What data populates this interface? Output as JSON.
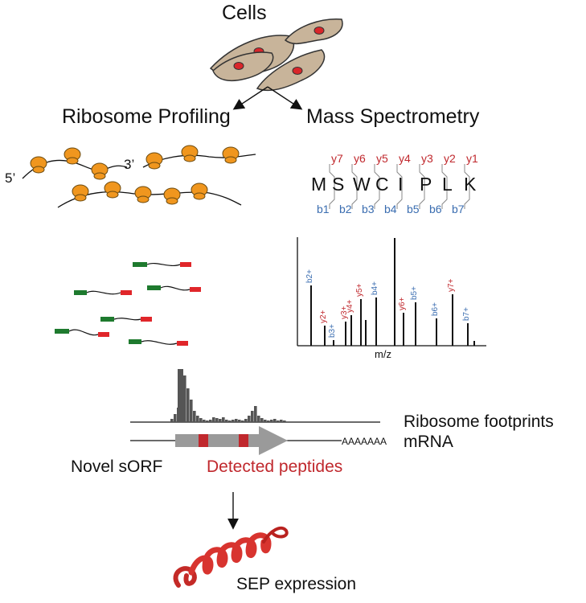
{
  "labels": {
    "cells": "Cells",
    "ribosome_profiling": "Ribosome Profiling",
    "mass_spectrometry": "Mass Spectrometry",
    "five_prime": "5’",
    "three_prime": "3’",
    "mz": "m/z",
    "ribosome_footprints": "Ribosome footprints",
    "mrna": "mRNA",
    "poly_a": "AAAAAAA",
    "novel_sorf": "Novel sORF",
    "detected_peptides": "Detected peptides",
    "sep_expression": "SEP expression"
  },
  "peptide": {
    "sequence": [
      "M",
      "S",
      "W",
      "C",
      "I",
      "P",
      "L",
      "K"
    ],
    "y_ions": [
      "y7",
      "y6",
      "y5",
      "y4",
      "y3",
      "y2",
      "y1"
    ],
    "b_ions": [
      "b1",
      "b2",
      "b3",
      "b4",
      "b5",
      "b6",
      "b7"
    ]
  },
  "spectrum_peaks": [
    {
      "label": "b2+",
      "ion": "b"
    },
    {
      "label": "y2+",
      "ion": "y"
    },
    {
      "label": "b3+",
      "ion": "b"
    },
    {
      "label": "y3+",
      "ion": "y"
    },
    {
      "label": "y4+",
      "ion": "y"
    },
    {
      "label": "y5+",
      "ion": "y"
    },
    {
      "label": "b4+",
      "ion": "b"
    },
    {
      "label": "y6+",
      "ion": "y"
    },
    {
      "label": "b5+",
      "ion": "b"
    },
    {
      "label": "b6+",
      "ion": "b"
    },
    {
      "label": "y7+",
      "ion": "y"
    },
    {
      "label": "b7+",
      "ion": "b"
    }
  ],
  "colors": {
    "cell_fill": "#c8b49a",
    "nucleus": "#d9262a",
    "ribosome": "#f0961e",
    "y_ion": "#c0282d",
    "b_ion": "#3a6db0",
    "read_start": "#1e7a2e",
    "read_end": "#e0262a",
    "orf_gray": "#9a9a9a",
    "peptide_mark": "#c0282d",
    "protein": "#d8342f"
  }
}
